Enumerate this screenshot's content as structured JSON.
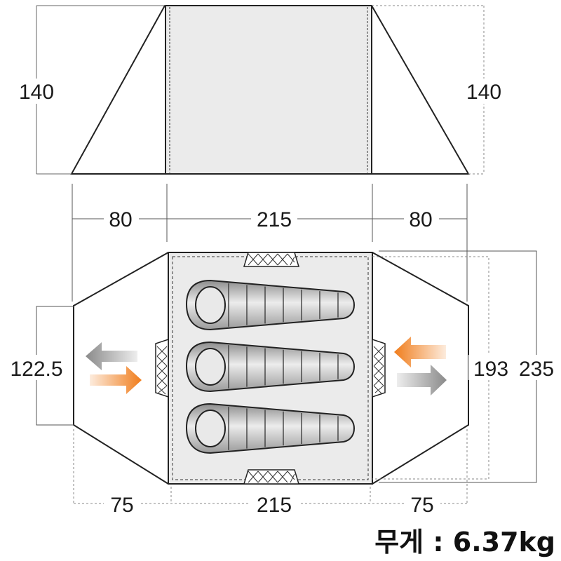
{
  "colors": {
    "outline": "#222222",
    "inner_fill": "#ebebeb",
    "dim_line": "#666666",
    "arrow_orange": "#f07d1c",
    "arrow_gray": "#8a8a8a",
    "bag_light": "#e4e4e4",
    "bag_dark": "#8d8d8d"
  },
  "side_view": {
    "height_left": "140",
    "height_right": "140"
  },
  "widths_top": {
    "left": "80",
    "center": "215",
    "right": "80"
  },
  "widths_bottom": {
    "left": "75",
    "center": "215",
    "right": "75"
  },
  "floor_plan": {
    "door_height": "122.5",
    "inner_width": "193",
    "outer_width": "235",
    "sleeping_bags": 3
  },
  "weight_label": "무게 : 6.37kg",
  "icons": [
    "arrow-in-icon",
    "arrow-out-icon",
    "vent-mesh-icon",
    "sleeping-bag-icon"
  ]
}
